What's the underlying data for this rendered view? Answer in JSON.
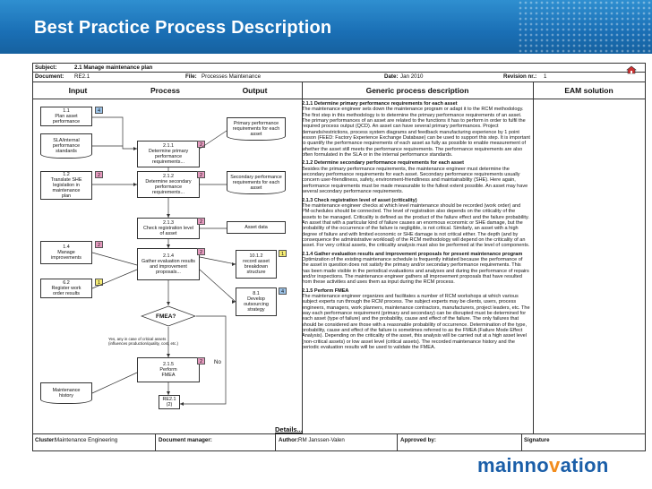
{
  "header": {
    "title": "Best Practice Process Description"
  },
  "meta": {
    "subject_label": "Subject:",
    "subject_value": "2.1 Manage maintenance plan",
    "document_label": "Document:",
    "document_value": "RE2.1",
    "file_label": "File:",
    "file_value": "Processes Maintenance",
    "date_label": "Date:",
    "date_value": "Jan 2010",
    "revision_label": "Revision nr.:",
    "revision_value": "1"
  },
  "columns": {
    "input": "Input",
    "process": "Process",
    "output": "Output",
    "description": "Generic process description",
    "eam": "EAM solution"
  },
  "inputs": [
    {
      "id": "1.1",
      "label": "Plan asset\nperformance",
      "tag": "4",
      "tag_color": "blue"
    },
    {
      "id": "",
      "label": "SLA/internal\nperformance\nstandards"
    },
    {
      "id": "1.2",
      "label": "Translate SHE\nlegislation in\nmaintenance\nplan",
      "tag": "2",
      "tag_color": "pink"
    },
    {
      "id": "1.4",
      "label": "Manage\nimprovements",
      "tag": "2",
      "tag_color": "pink"
    },
    {
      "id": "6.2",
      "label": "Register work\norder results",
      "tag": "1",
      "tag_color": "yellow"
    },
    {
      "id": "",
      "label": "Maintenance\nhistory"
    }
  ],
  "process_steps": [
    {
      "id": "2.1.1",
      "label": "Determine primary\nperformance\nrequirements...",
      "tag": "2"
    },
    {
      "id": "2.1.2",
      "label": "Determine secondary\nperformance\nrequirements...",
      "tag": "2"
    },
    {
      "id": "2.1.3",
      "label": "Check registration level\nof asset",
      "tag": "2"
    },
    {
      "id": "2.1.4",
      "label": "Gather evaluation results\nand improvement\nproposals...",
      "tag": "2"
    },
    {
      "id": "2.1.5",
      "label": "Perform\nFMEA",
      "tag": "2"
    }
  ],
  "decision": {
    "label": "FMEA?",
    "yes_note": "Yes, any in case of critical assets\n(influences production/quality, cost, etc.)",
    "no_label": "No"
  },
  "end_node": "RE2.1\n(2)",
  "outputs": [
    {
      "label": "Primary performance\nrequirements for each\nasset"
    },
    {
      "label": "Secondary performance\nrequirements for each\nasset"
    },
    {
      "label": "Asset data"
    },
    {
      "id": "10.1.2",
      "label": "record asset\nbreakdown\nstructure",
      "tag": "1",
      "tag_color": "yellow"
    },
    {
      "id": "8.1",
      "label": "Develop\noutsourcing\nstrategy",
      "tag": "4",
      "tag_color": "blue"
    }
  ],
  "description": [
    {
      "heading": "2.1.1 Determine primary performance requirements for each asset",
      "text": "The maintenance engineer sets down the maintenance program or adapt it to the RCM methodology. The first step in this methodology is to determine the primary performance requirements of an asset. The primary performances of an asset are related to the functions it has to perform in order to fulfil the required process output (QCD). An asset can have several primary performances. Project demands/restrictions, process system diagrams and feedback manufacturing experience by 1 point lesson (FEED: Factory Experience Exchange Database) can be used to support this step. It is important to quantify the performance requirements of each asset as fully as possible to enable measurement of whether the asset still meets the performance requirements. The performance requirements are also often formulated in the SLA or in the internal performance standards."
    },
    {
      "heading": "2.1.2 Determine secondary performance requirements for each asset",
      "text": "Besides the primary performance requirements, the maintenance engineer must determine the secondary performance requirements for each asset. Secondary performance requirements usually concern user-friendliness, safety, environment-friendliness and maintainability (SHE). Here again, performance requirements must be made measurable to the fullest extent possible. An asset may have several secondary performance requirements."
    },
    {
      "heading": "2.1.3 Check registration level of asset (criticality)",
      "text": "The maintenance engineer checks at which level maintenance should be recorded (work order) and PM-schedules should be connected. The level of registration also depends on the criticality of the assets to be managed. Criticality is defined as the product of the failure effect and the failure probability. An asset that with a particular kind of failure causes an enormous economic or SHE damage, but the probability of the occurrence of the failure is negligible, is not critical. Similarly, an asset with a high degree of failure and with limited economic or SHE damage is not critical either. The depth (and by consequence the administrative workload) of the RCM methodology will depend on the criticality of an asset. For very critical assets, the criticality analysis must also be performed at the level of components."
    },
    {
      "heading": "2.1.4 Gather evaluation results and improvement proposals for present maintenance program",
      "text": "Optimization of the existing maintenance schedule is frequently initiated because the performance of the asset in question does not satisfy the primary and/or secondary performance requirements. This has been made visible in the periodical evaluations and analyses and during the performance of repairs and/or inspections. The maintenance engineer gathers all improvement proposals that have resulted from these activities and uses them as input during the RCM process."
    },
    {
      "heading": "2.1.5 Perform FMEA",
      "text": "The maintenance engineer organizes and facilitates a number of RCM workshops at which various subject experts run through the RCM process. The subject experts may be clients, users, process engineers, managers, work planners, maintenance contractors, manufacturers, project leaders, etc. The way each performance requirement (primary and secondary) can be disrupted must be determined for each asset (type of failure) and the probability, cause and effect of the failure. The only failures that should be considered are those with a reasonable probability of occurrence. Determination of the type, probability, cause and effect of the failure is sometimes referred to as the FMEA (Failure Mode Effect Analysis). Depending on the criticality of the asset, this analysis will be carried out at a high asset level (non-critical assets) or low asset level (critical assets). The recorded maintenance history and the periodic evaluation results will be used to validate the FMEA."
    }
  ],
  "footer": {
    "details": "Details...",
    "cluster_label": "Cluster:",
    "cluster_value": "Maintenance Engineering",
    "manager_label": "Document manager:",
    "author_label": "Author:",
    "author_value": "RM Janssen-Valen",
    "approved_label": "Approved by:",
    "signature_label": "Signature"
  },
  "logo": {
    "part1": "mainno",
    "part2": "v",
    "part3": "ation"
  },
  "colors": {
    "banner": "#1a6fb5",
    "pink_tag": "#e79bc0",
    "blue_tag": "#9cc3e8",
    "yellow_tag": "#f5ec74",
    "logo_blue": "#1a5ea8",
    "logo_orange": "#f28c1c"
  }
}
